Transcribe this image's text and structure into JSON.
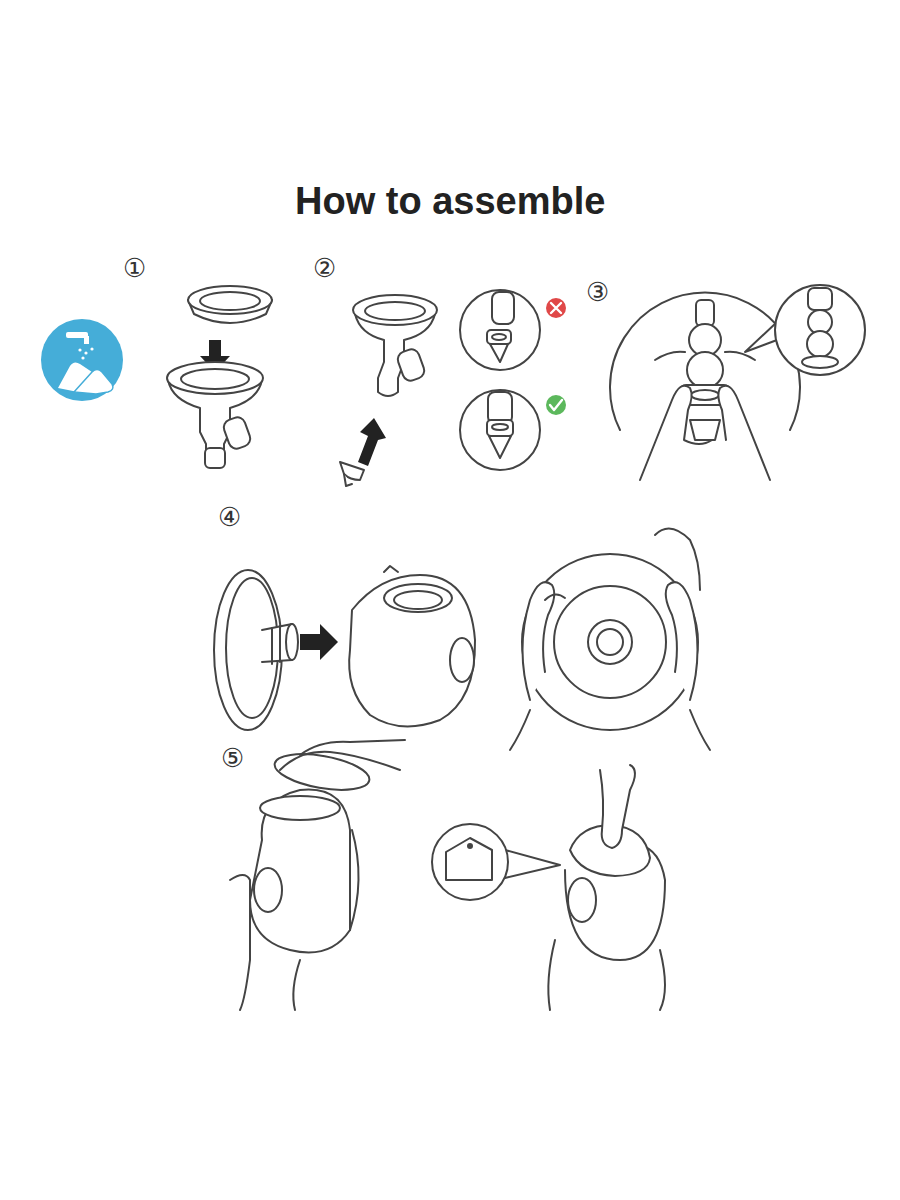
{
  "diagram": {
    "title": "How to assemble",
    "labels": [
      "①",
      "②",
      "③",
      "④",
      "⑤"
    ]
  }
}
